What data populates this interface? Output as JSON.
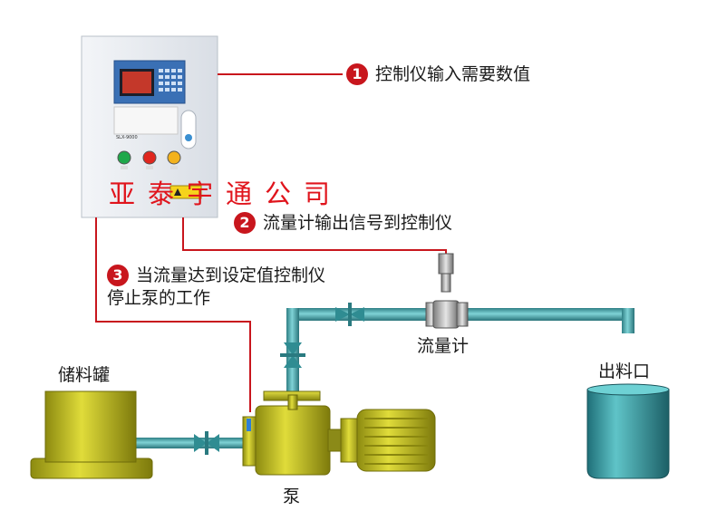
{
  "steps": [
    {
      "num": "1",
      "text": "控制仪输入需要数值"
    },
    {
      "num": "2",
      "text": "流量计输出信号到控制仪"
    },
    {
      "num": "3",
      "line1": "当流量达到设定值控制仪",
      "line2": "停止泵的工作"
    }
  ],
  "labels": {
    "flowmeter": "流量计",
    "outlet": "出料口",
    "tank": "储料罐",
    "pump": "泵"
  },
  "watermark": "亚泰宇通公司",
  "cabinet": {
    "model": "SLX-9000"
  },
  "colors": {
    "signal_line": "#c8161d",
    "pipe": "#3f9ea3",
    "yellow": "#c7c21a",
    "cabinet": "#e9edf2",
    "badge": "#c8161d"
  }
}
